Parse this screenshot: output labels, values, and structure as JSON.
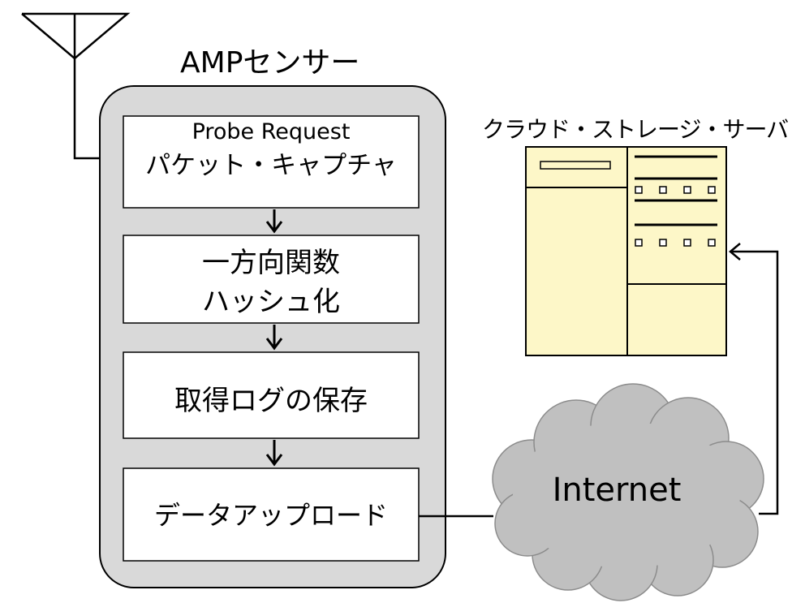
{
  "sensor": {
    "title": "AMPセンサー",
    "steps": [
      {
        "lines": [
          "Probe Request",
          "パケット・キャプチャ"
        ]
      },
      {
        "lines": [
          "一方向関数",
          "ハッシュ化"
        ]
      },
      {
        "lines": [
          "取得ログの保存"
        ]
      },
      {
        "lines": [
          "データアップロード"
        ]
      }
    ]
  },
  "server": {
    "title": "クラウド・ストレージ・サーバ"
  },
  "network": {
    "label": "Internet"
  },
  "colors": {
    "sensor_fill": "#d9d9d9",
    "box_fill": "#ffffff",
    "server_fill": "#fdf7c8",
    "cloud_fill": "#c0c0c0",
    "line": "#000000"
  }
}
